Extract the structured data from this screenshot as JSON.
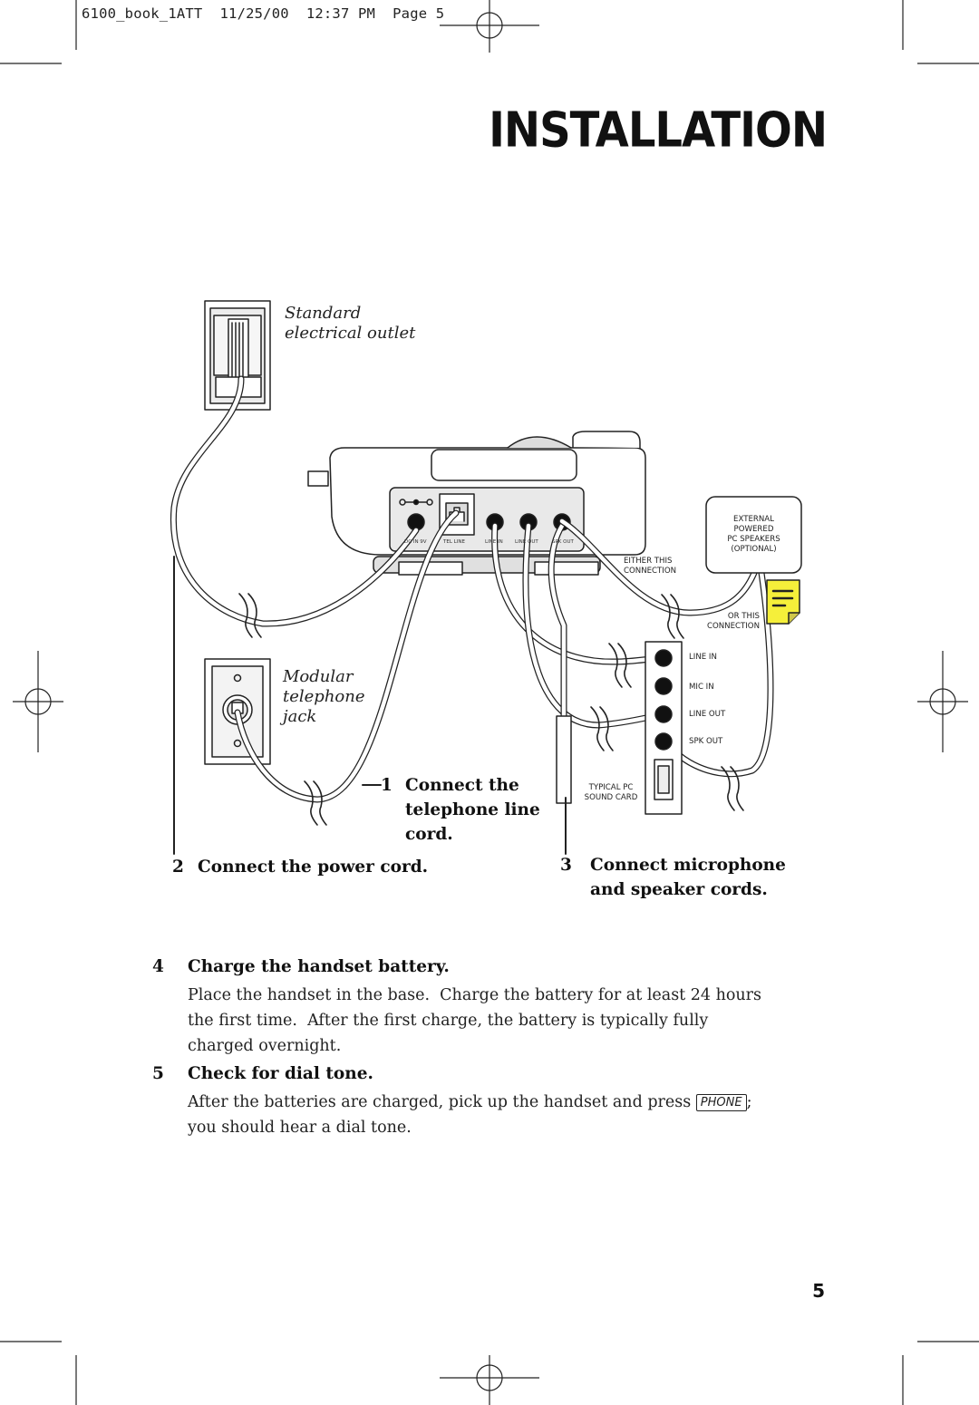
{
  "header": {
    "text": "6100_book_1ATT  11/25/00  12:37 PM  Page 5"
  },
  "title": "INSTALLATION",
  "diagram": {
    "outlet_label_line1": "Standard",
    "outlet_label_line2": "electrical outlet",
    "jack_label_line1": "Modular",
    "jack_label_line2": "telephone",
    "jack_label_line3": "jack",
    "ports": {
      "dc_in": "DC IN 9V",
      "tel_line": "TEL LINE",
      "line_in": "LINE IN",
      "line_out": "LINE OUT",
      "spk_out": "SPK OUT"
    },
    "external_speakers": [
      "EXTERNAL",
      "POWERED",
      "PC SPEAKERS",
      "(OPTIONAL)"
    ],
    "either_this": [
      "EITHER THIS",
      "CONNECTION"
    ],
    "or_this": [
      "OR THIS",
      "CONNECTION"
    ],
    "sound_card": {
      "line_in": "LINE IN",
      "mic_in": "MIC IN",
      "line_out": "LINE OUT",
      "spk_out": "SPK OUT",
      "label": [
        "TYPICAL PC",
        "SOUND CARD"
      ]
    },
    "step1": {
      "num": "1",
      "line1": "Connect the",
      "line2": "telephone line",
      "line3": "cord."
    },
    "step2": {
      "num": "2",
      "text": "Connect the power cord."
    },
    "step3": {
      "num": "3",
      "line1": "Connect microphone",
      "line2": "and speaker cords."
    }
  },
  "sections": [
    {
      "num": "4",
      "heading": "Charge the handset battery.",
      "lines": [
        "Place the handset in the base.  Charge the battery for at least 24 hours",
        "the first time.  After the first charge, the battery is typically fully",
        "charged overnight."
      ]
    },
    {
      "num": "5",
      "heading": "Check for dial tone.",
      "line1_before": "After the batteries are charged, pick up the handset and press ",
      "key": "PHONE",
      "line1_after": ";",
      "line2": "you should hear a dial tone."
    }
  ],
  "page_number": "5"
}
